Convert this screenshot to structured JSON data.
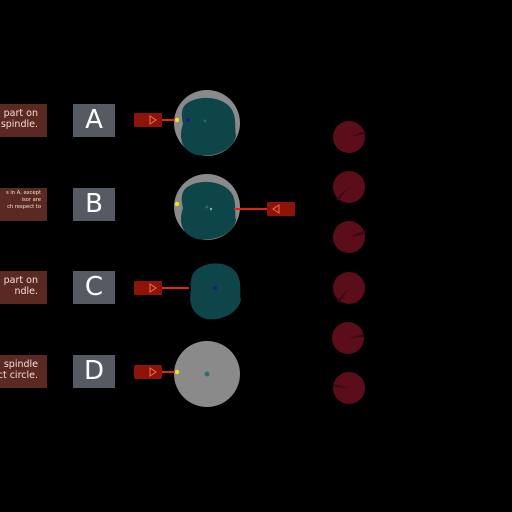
{
  "notes": {
    "a": "part on\nspindle.",
    "b": "s in A, except\nisor are\nch respect to",
    "c": "part on\nndle.",
    "d": "spindle\nct circle."
  },
  "tags": {
    "a": "A",
    "b": "B",
    "c": "C",
    "d": "D"
  },
  "colors": {
    "background": "#000000",
    "note_box": "#5a2a22",
    "tag_box": "#555a63",
    "spindle": "#8a8a8a",
    "part": "#0e4548",
    "sensor_body": "#8e140a",
    "sensor_beam": "#e0241a",
    "contact_point": "#f2e21c",
    "dial": "#5b0e1a"
  },
  "icons": {
    "sensor": "laser-sensor-icon",
    "dial": "rotation-dial-icon"
  }
}
